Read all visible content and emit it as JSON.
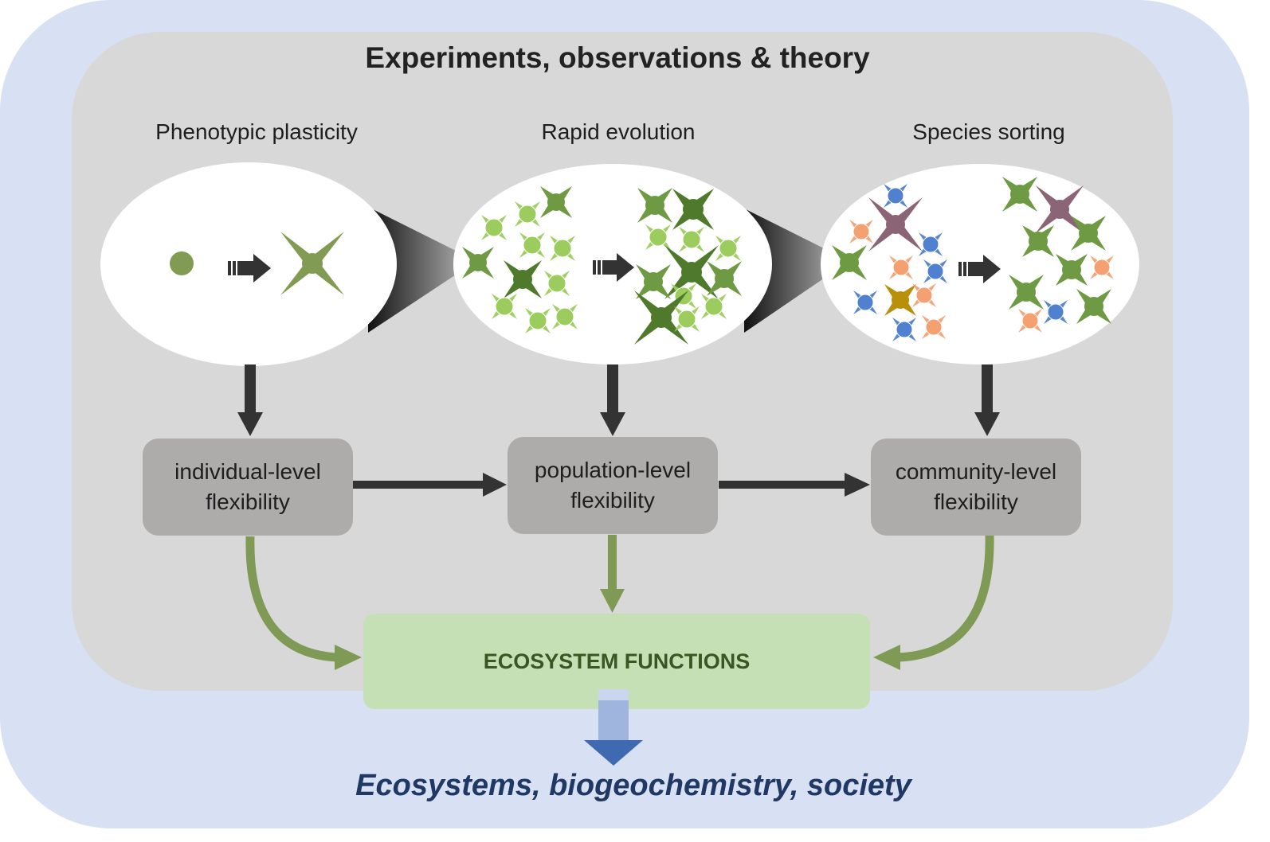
{
  "title": "Experiments, observations & theory",
  "processes": [
    "Phenotypic plasticity",
    "Rapid evolution",
    "Species sorting"
  ],
  "levels": [
    {
      "line1": "individual-level",
      "line2": "flexibility"
    },
    {
      "line1": "population-level",
      "line2": "flexibility"
    },
    {
      "line1": "community-level",
      "line2": "flexibility"
    }
  ],
  "ecosystem_functions": "ECOSYSTEM FUNCTIONS",
  "outcome": "Ecosystems, biogeochemistry, society",
  "colors": {
    "outer_background": "#d8e1f3",
    "inner_background": "#d8d8d8",
    "level_box": "#aeabab",
    "ecosystem_box": "#c5e0b4",
    "ecosystem_text": "#385723",
    "outcome_text": "#203864",
    "dark_arrow": "#333333",
    "green_arrow": "#7f9a55",
    "cell_dark_green": "#4f7a2b",
    "cell_mid_green": "#6e9a43",
    "cell_light_green": "#9ccc5e",
    "cell_plasticity": "#829b53",
    "cell_orange": "#f4a070",
    "cell_blue": "#4f81d0",
    "cell_mauve": "#8b6475",
    "cell_gold": "#b8900a"
  }
}
